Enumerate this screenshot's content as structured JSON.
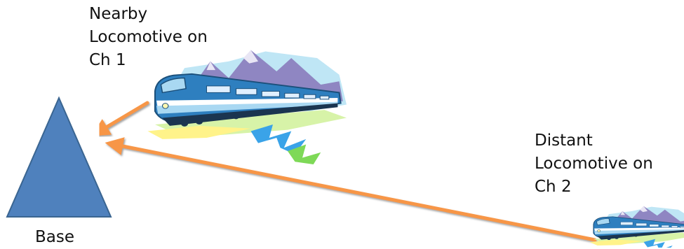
{
  "colors": {
    "base_fill": "#4f81bd",
    "base_stroke": "#3a6591",
    "arrow": "#f79646",
    "train_body": "#2e7fbf",
    "train_light": "#a9d8f2",
    "mountain": "#8f86c2",
    "sky": "#bfe6f5",
    "ground_green": "#7ed957",
    "ground_blue": "#3aa3e8",
    "yellow": "#fff38a"
  },
  "base": {
    "label": "Base",
    "icon": "triangle-icon"
  },
  "nearby": {
    "lines": [
      "Nearby",
      "Locomotive on",
      "Ch 1"
    ],
    "icon": "train-icon"
  },
  "distant": {
    "lines": [
      "Distant",
      "Locomotive on",
      "Ch 2"
    ],
    "icon": "train-icon"
  }
}
